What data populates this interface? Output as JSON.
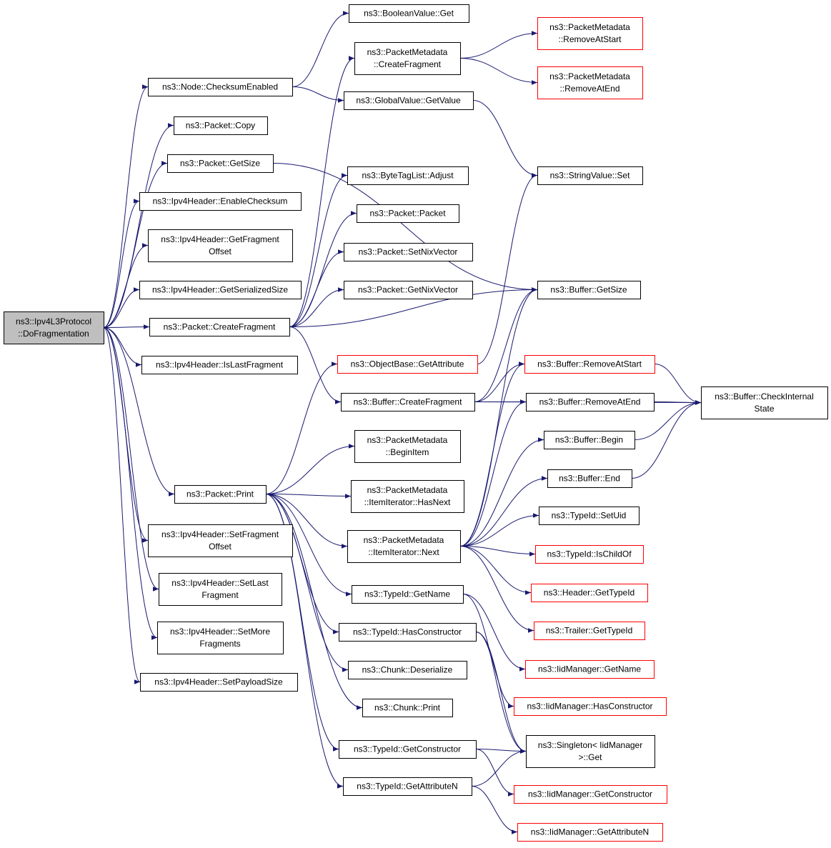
{
  "diagram": {
    "colors": {
      "edge": "#191970",
      "node_border": "#000000",
      "missing_border": "#ff0000",
      "root_fill": "#bfbfbf"
    },
    "nodes": [
      {
        "id": "root",
        "lines": [
          "ns3::Ipv4L3Protocol",
          "::DoFragmentation"
        ],
        "style": "root"
      },
      {
        "id": "n_cse",
        "lines": [
          "ns3::Node::ChecksumEnabled"
        ]
      },
      {
        "id": "n_copy",
        "lines": [
          "ns3::Packet::Copy"
        ]
      },
      {
        "id": "n_getsize",
        "lines": [
          "ns3::Packet::GetSize"
        ]
      },
      {
        "id": "n_enchk",
        "lines": [
          "ns3::Ipv4Header::EnableChecksum"
        ]
      },
      {
        "id": "n_getfrag",
        "lines": [
          "ns3::Ipv4Header::GetFragment",
          "Offset"
        ]
      },
      {
        "id": "n_getser",
        "lines": [
          "ns3::Ipv4Header::GetSerializedSize"
        ]
      },
      {
        "id": "n_pcf",
        "lines": [
          "ns3::Packet::CreateFragment"
        ]
      },
      {
        "id": "n_islast",
        "lines": [
          "ns3::Ipv4Header::IsLastFragment"
        ]
      },
      {
        "id": "n_print",
        "lines": [
          "ns3::Packet::Print"
        ]
      },
      {
        "id": "n_setfrag",
        "lines": [
          "ns3::Ipv4Header::SetFragment",
          "Offset"
        ]
      },
      {
        "id": "n_setlast",
        "lines": [
          "ns3::Ipv4Header::SetLast",
          "Fragment"
        ]
      },
      {
        "id": "n_setmore",
        "lines": [
          "ns3::Ipv4Header::SetMore",
          "Fragments"
        ]
      },
      {
        "id": "n_setpay",
        "lines": [
          "ns3::Ipv4Header::SetPayloadSize"
        ]
      },
      {
        "id": "n_boolget",
        "lines": [
          "ns3::BooleanValue::Get"
        ]
      },
      {
        "id": "n_pmcf",
        "lines": [
          "ns3::PacketMetadata",
          "::CreateFragment"
        ]
      },
      {
        "id": "n_gvget",
        "lines": [
          "ns3::GlobalValue::GetValue"
        ]
      },
      {
        "id": "n_btladj",
        "lines": [
          "ns3::ByteTagList::Adjust"
        ]
      },
      {
        "id": "n_pkt",
        "lines": [
          "ns3::Packet::Packet"
        ]
      },
      {
        "id": "n_setnix",
        "lines": [
          "ns3::Packet::SetNixVector"
        ]
      },
      {
        "id": "n_getnix",
        "lines": [
          "ns3::Packet::GetNixVector"
        ]
      },
      {
        "id": "n_objattr",
        "lines": [
          "ns3::ObjectBase::GetAttribute"
        ],
        "style": "red"
      },
      {
        "id": "n_bcf",
        "lines": [
          "ns3::Buffer::CreateFragment"
        ]
      },
      {
        "id": "n_pmbegin",
        "lines": [
          "ns3::PacketMetadata",
          "::BeginItem"
        ]
      },
      {
        "id": "n_pmhasnext",
        "lines": [
          "ns3::PacketMetadata",
          "::ItemIterator::HasNext"
        ]
      },
      {
        "id": "n_pmnext",
        "lines": [
          "ns3::PacketMetadata",
          "::ItemIterator::Next"
        ]
      },
      {
        "id": "n_tgname",
        "lines": [
          "ns3::TypeId::GetName"
        ]
      },
      {
        "id": "n_thascons",
        "lines": [
          "ns3::TypeId::HasConstructor"
        ]
      },
      {
        "id": "n_chdeser",
        "lines": [
          "ns3::Chunk::Deserialize"
        ]
      },
      {
        "id": "n_chprint",
        "lines": [
          "ns3::Chunk::Print"
        ]
      },
      {
        "id": "n_tgcons",
        "lines": [
          "ns3::TypeId::GetConstructor"
        ]
      },
      {
        "id": "n_tgattr",
        "lines": [
          "ns3::TypeId::GetAttributeN"
        ]
      },
      {
        "id": "n_pmras",
        "lines": [
          "ns3::PacketMetadata",
          "::RemoveAtStart"
        ],
        "style": "red"
      },
      {
        "id": "n_pmrae",
        "lines": [
          "ns3::PacketMetadata",
          "::RemoveAtEnd"
        ],
        "style": "red"
      },
      {
        "id": "n_svset",
        "lines": [
          "ns3::StringValue::Set"
        ]
      },
      {
        "id": "n_bgetsize",
        "lines": [
          "ns3::Buffer::GetSize"
        ]
      },
      {
        "id": "n_bras",
        "lines": [
          "ns3::Buffer::RemoveAtStart"
        ],
        "style": "red"
      },
      {
        "id": "n_brae",
        "lines": [
          "ns3::Buffer::RemoveAtEnd"
        ]
      },
      {
        "id": "n_bbegin",
        "lines": [
          "ns3::Buffer::Begin"
        ]
      },
      {
        "id": "n_bend",
        "lines": [
          "ns3::Buffer::End"
        ]
      },
      {
        "id": "n_tsetuid",
        "lines": [
          "ns3::TypeId::SetUid"
        ]
      },
      {
        "id": "n_tischild",
        "lines": [
          "ns3::TypeId::IsChildOf"
        ],
        "style": "red"
      },
      {
        "id": "n_hgettid",
        "lines": [
          "ns3::Header::GetTypeId"
        ],
        "style": "red"
      },
      {
        "id": "n_trgettid",
        "lines": [
          "ns3::Trailer::GetTypeId"
        ],
        "style": "red"
      },
      {
        "id": "n_iidname",
        "lines": [
          "ns3::IidManager::GetName"
        ],
        "style": "red"
      },
      {
        "id": "n_iidhas",
        "lines": [
          "ns3::IidManager::HasConstructor"
        ],
        "style": "red"
      },
      {
        "id": "n_single",
        "lines": [
          "ns3::Singleton< IidManager",
          ">::Get"
        ]
      },
      {
        "id": "n_iidcons",
        "lines": [
          "ns3::IidManager::GetConstructor"
        ],
        "style": "red"
      },
      {
        "id": "n_iidattr",
        "lines": [
          "ns3::IidManager::GetAttributeN"
        ],
        "style": "red"
      },
      {
        "id": "n_bcheck",
        "lines": [
          "ns3::Buffer::CheckInternal",
          "State"
        ]
      }
    ],
    "edges": [
      [
        "root",
        "n_cse"
      ],
      [
        "root",
        "n_copy"
      ],
      [
        "root",
        "n_getsize"
      ],
      [
        "root",
        "n_enchk"
      ],
      [
        "root",
        "n_getfrag"
      ],
      [
        "root",
        "n_getser"
      ],
      [
        "root",
        "n_pcf"
      ],
      [
        "root",
        "n_islast"
      ],
      [
        "root",
        "n_print"
      ],
      [
        "root",
        "n_setfrag"
      ],
      [
        "root",
        "n_setlast"
      ],
      [
        "root",
        "n_setmore"
      ],
      [
        "root",
        "n_setpay"
      ],
      [
        "n_cse",
        "n_boolget"
      ],
      [
        "n_cse",
        "n_gvget"
      ],
      [
        "n_getsize",
        "n_bgetsize"
      ],
      [
        "n_pcf",
        "n_pmcf"
      ],
      [
        "n_pcf",
        "n_btladj"
      ],
      [
        "n_pcf",
        "n_pkt"
      ],
      [
        "n_pcf",
        "n_setnix"
      ],
      [
        "n_pcf",
        "n_getnix"
      ],
      [
        "n_pcf",
        "n_bgetsize"
      ],
      [
        "n_pcf",
        "n_bcf"
      ],
      [
        "n_pmcf",
        "n_pmras"
      ],
      [
        "n_pmcf",
        "n_pmrae"
      ],
      [
        "n_gvget",
        "n_svset"
      ],
      [
        "n_objattr",
        "n_svset"
      ],
      [
        "n_bcf",
        "n_bgetsize"
      ],
      [
        "n_bcf",
        "n_bras"
      ],
      [
        "n_bcf",
        "n_brae"
      ],
      [
        "n_bcf",
        "n_bcheck"
      ],
      [
        "n_bras",
        "n_bcheck"
      ],
      [
        "n_brae",
        "n_bcheck"
      ],
      [
        "n_bbegin",
        "n_bcheck"
      ],
      [
        "n_bend",
        "n_bcheck"
      ],
      [
        "n_print",
        "n_objattr"
      ],
      [
        "n_print",
        "n_pmbegin"
      ],
      [
        "n_print",
        "n_pmhasnext"
      ],
      [
        "n_print",
        "n_pmnext"
      ],
      [
        "n_print",
        "n_tgname"
      ],
      [
        "n_print",
        "n_thascons"
      ],
      [
        "n_print",
        "n_chdeser"
      ],
      [
        "n_print",
        "n_chprint"
      ],
      [
        "n_print",
        "n_tgcons"
      ],
      [
        "n_print",
        "n_tgattr"
      ],
      [
        "n_pmnext",
        "n_bgetsize"
      ],
      [
        "n_pmnext",
        "n_bras"
      ],
      [
        "n_pmnext",
        "n_brae"
      ],
      [
        "n_pmnext",
        "n_bbegin"
      ],
      [
        "n_pmnext",
        "n_bend"
      ],
      [
        "n_pmnext",
        "n_tsetuid"
      ],
      [
        "n_pmnext",
        "n_tischild"
      ],
      [
        "n_pmnext",
        "n_hgettid"
      ],
      [
        "n_pmnext",
        "n_trgettid"
      ],
      [
        "n_tgname",
        "n_iidname"
      ],
      [
        "n_tgname",
        "n_single"
      ],
      [
        "n_thascons",
        "n_iidhas"
      ],
      [
        "n_thascons",
        "n_single"
      ],
      [
        "n_tgcons",
        "n_single"
      ],
      [
        "n_tgcons",
        "n_iidcons"
      ],
      [
        "n_tgattr",
        "n_single"
      ],
      [
        "n_tgattr",
        "n_iidattr"
      ]
    ]
  }
}
